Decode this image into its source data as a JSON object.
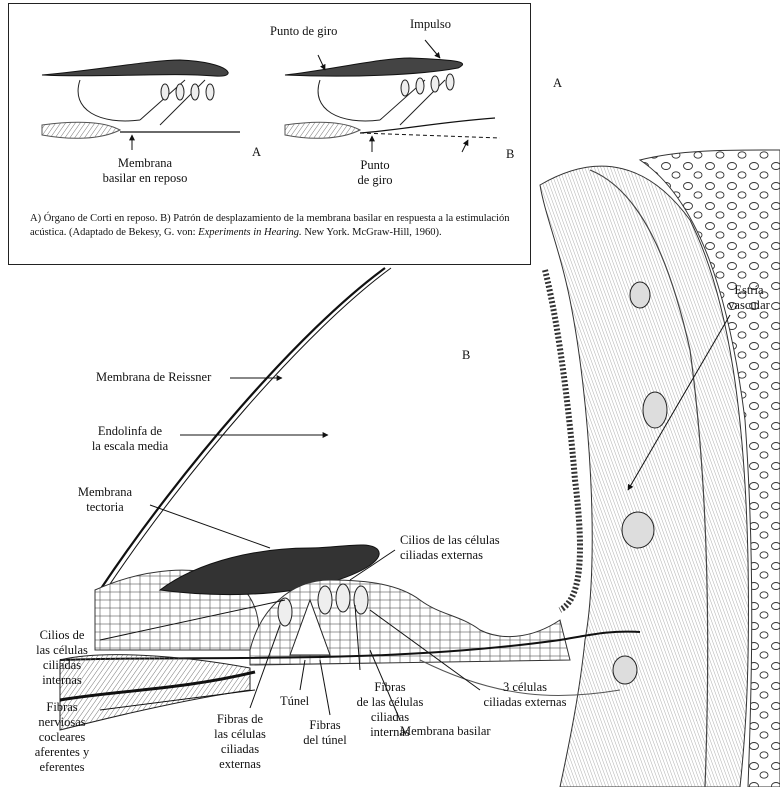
{
  "inset": {
    "label_punto_giro_top": "Punto de giro",
    "label_impulso": "Impulso",
    "label_membrana_reposo": "Membrana\nbasilar en reposo",
    "label_punto_giro_bottom": "Punto\nde giro",
    "label_a": "A",
    "label_b": "B",
    "caption_part1": "A) Órgano de Corti en reposo. B) Patrón de desplazamiento de la membrana basilar en respuesta a la estimulación acústica. (Adaptado de Bekesy, G. von: ",
    "caption_italic": "Experiments in Hearing.",
    "caption_part2": " New York. McGraw-Hill, 1960)."
  },
  "main": {
    "figure_letter_a": "A",
    "figure_letter_b": "B",
    "estria_vascular": "Estría\nvascular",
    "membrana_reissner": "Membrana de Reissner",
    "endolinfa": "Endolinfa de\nla escala media",
    "membrana_tectoria": "Membrana\ntectoria",
    "cilios_externas": "Cilios de las células\nciliadas externas",
    "cilios_internas": "Cilios de\nlas células\nciliadas\ninternas",
    "fibras_nerviosas": "Fibras\nnerviosas\ncocleares\naferentes y\neferentes",
    "tunel": "Túnel",
    "fibras_externas": "Fibras de\nlas células\nciliadas\nexternas",
    "fibras_tunel": "Fibras\ndel túnel",
    "fibras_internas": "Fibras\nde las células\nciliadas\ninternas",
    "membrana_basilar": "Membrana basilar",
    "tres_celulas": "3 células\nciliadas externas"
  }
}
